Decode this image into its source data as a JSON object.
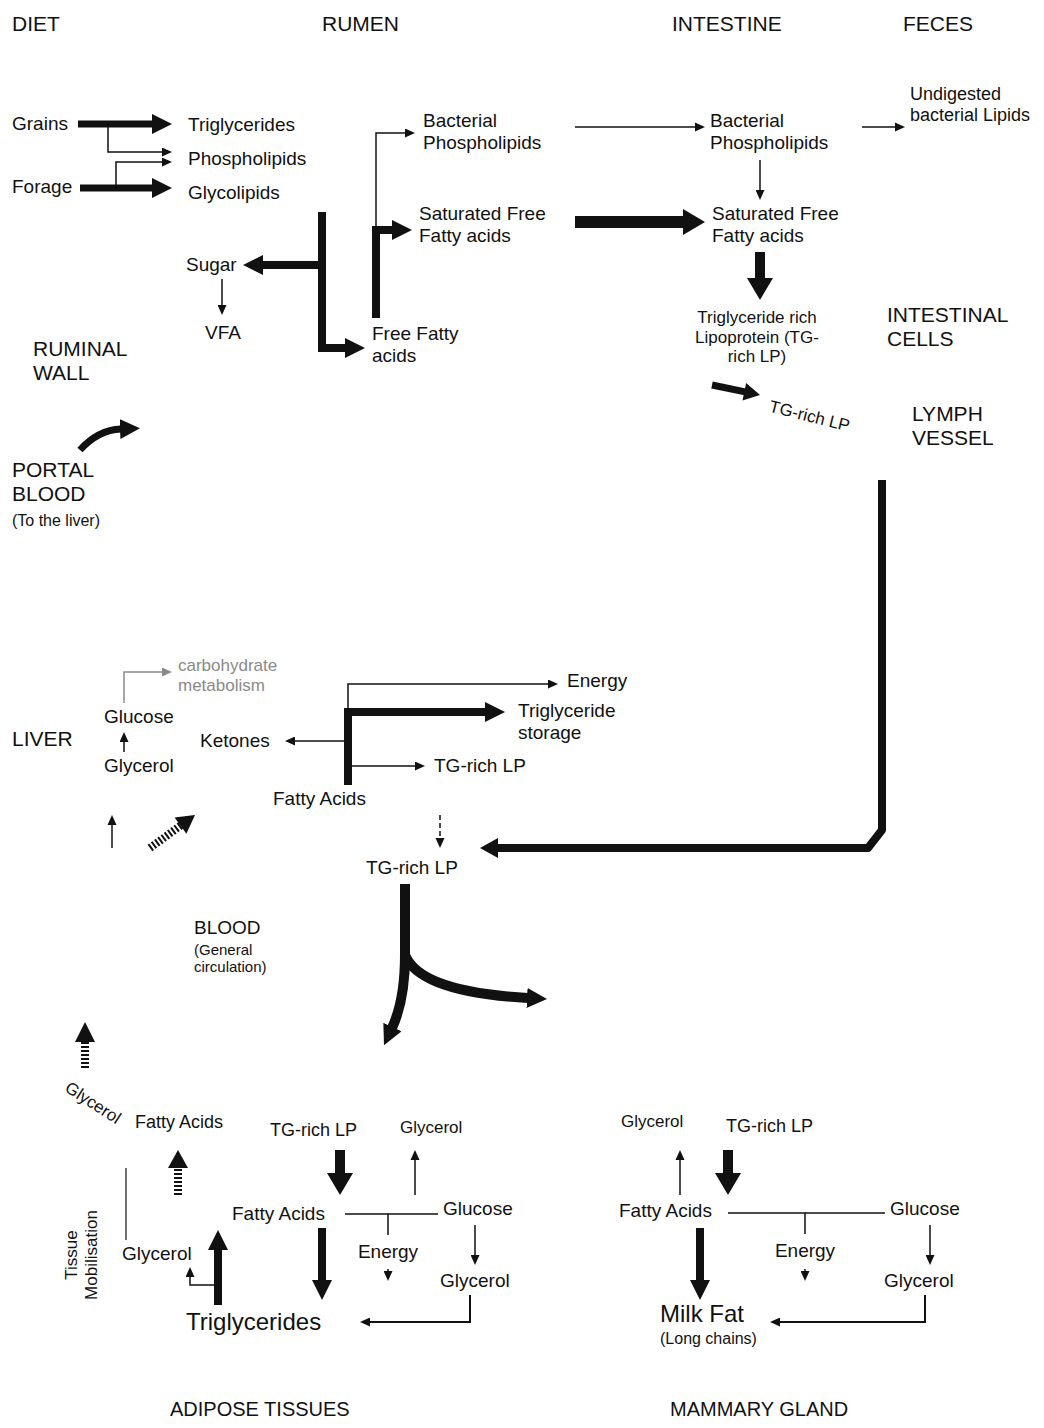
{
  "diagram": {
    "nodes": [
      {
        "text": [
          "RUMEN",
          "Bacterial Phospholipids",
          "Saturated Free Fatty acids",
          "Sugar",
          "VFA",
          "Free Fatty acids"
        ]
      },
      {
        "text": [
          "Triglycerides",
          "Phospholipids",
          "Glycolipids"
        ],
        "in": 0
      },
      {
        "text": [
          "INTESTINE",
          "Bacterial Phospholipids",
          "Saturated Free Fatty acids"
        ]
      },
      {
        "text": [
          "FECES",
          "Undigested bacterial Lipids"
        ]
      },
      {
        "text": [
          "INTESTINAL CELLS",
          "Triglyceride rich Lipoprotein (TG-rich LP)"
        ]
      },
      {
        "text": [
          "PORTAL BLOOD",
          "(To the liver)"
        ]
      },
      {
        "text": [
          "LYMPH VESSEL",
          "TG-rich LP"
        ]
      },
      {
        "text": [
          "LIVER",
          "carbohydrate metabolism",
          "Glucose",
          "Glycerol",
          "Ketones",
          "Energy",
          "Triglyceride storage",
          "TG-rich LP",
          "Fatty Acids"
        ]
      },
      {
        "text": [
          "TG-rich LP",
          "BLOOD",
          "(General circulation)",
          "Glycerol",
          "Fatty Acids",
          "TG-rich LP",
          "Glycerol",
          "Glycerol",
          "TG-rich LP"
        ]
      },
      {
        "text": [
          "ADIPOSE TISSUES",
          "Tissue Mobilisation",
          "Fatty Acids",
          "Glucose",
          "Glycerol",
          "Glycerol",
          "Triglycerides"
        ]
      },
      {
        "text": [
          "Energy"
        ],
        "in": 9
      },
      {
        "text": [
          "MAMMARY GLAND",
          "Fatty Acids",
          "Glucose",
          "Glycerol",
          "Milk Fat",
          "(Long chains)"
        ]
      },
      {
        "text": [
          "Energy"
        ],
        "in": 11
      }
    ],
    "edges": [
      {
        "from": 0,
        "to": 2,
        "arrow": "to"
      },
      {
        "from": 0,
        "to": 2,
        "arrow": "to"
      },
      {
        "from": 2,
        "to": 3,
        "arrow": "to"
      },
      {
        "from": 2,
        "to": 4,
        "arrow": "to"
      },
      {
        "from": 4,
        "to": 6,
        "arrow": "to"
      },
      {
        "from": 6,
        "to": 8,
        "arrow": "to"
      },
      {
        "from": 7,
        "to": 8,
        "arrow": "to"
      },
      {
        "from": 8,
        "to": 7,
        "arrow": "to"
      },
      {
        "from": 8,
        "to": 7,
        "arrow": "to"
      },
      {
        "from": 8,
        "to": 9,
        "arrow": "to"
      },
      {
        "from": 9,
        "to": 8,
        "arrow": "to"
      },
      {
        "from": 9,
        "to": 8,
        "arrow": "to"
      },
      {
        "from": 8,
        "to": 11,
        "arrow": "to"
      },
      {
        "from": 11,
        "to": 8,
        "arrow": "to"
      }
    ],
    "labels": [
      "DIET",
      "Grains",
      "Forage",
      "RUMINAL WALL"
    ]
  }
}
